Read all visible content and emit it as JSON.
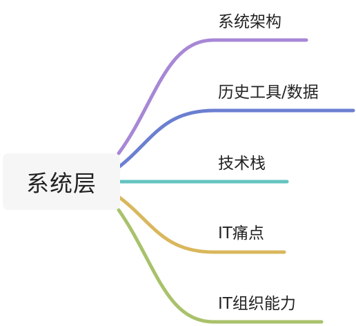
{
  "root": {
    "label": "系统层"
  },
  "branches": [
    {
      "label": "系统架构",
      "color": "#a887d6"
    },
    {
      "label": "历史工具/数据",
      "color": "#6b7fd1"
    },
    {
      "label": "技术栈",
      "color": "#64c3c0"
    },
    {
      "label": "IT痛点",
      "color": "#d9b75c"
    },
    {
      "label": "IT组织能力",
      "color": "#a9c26b"
    }
  ]
}
